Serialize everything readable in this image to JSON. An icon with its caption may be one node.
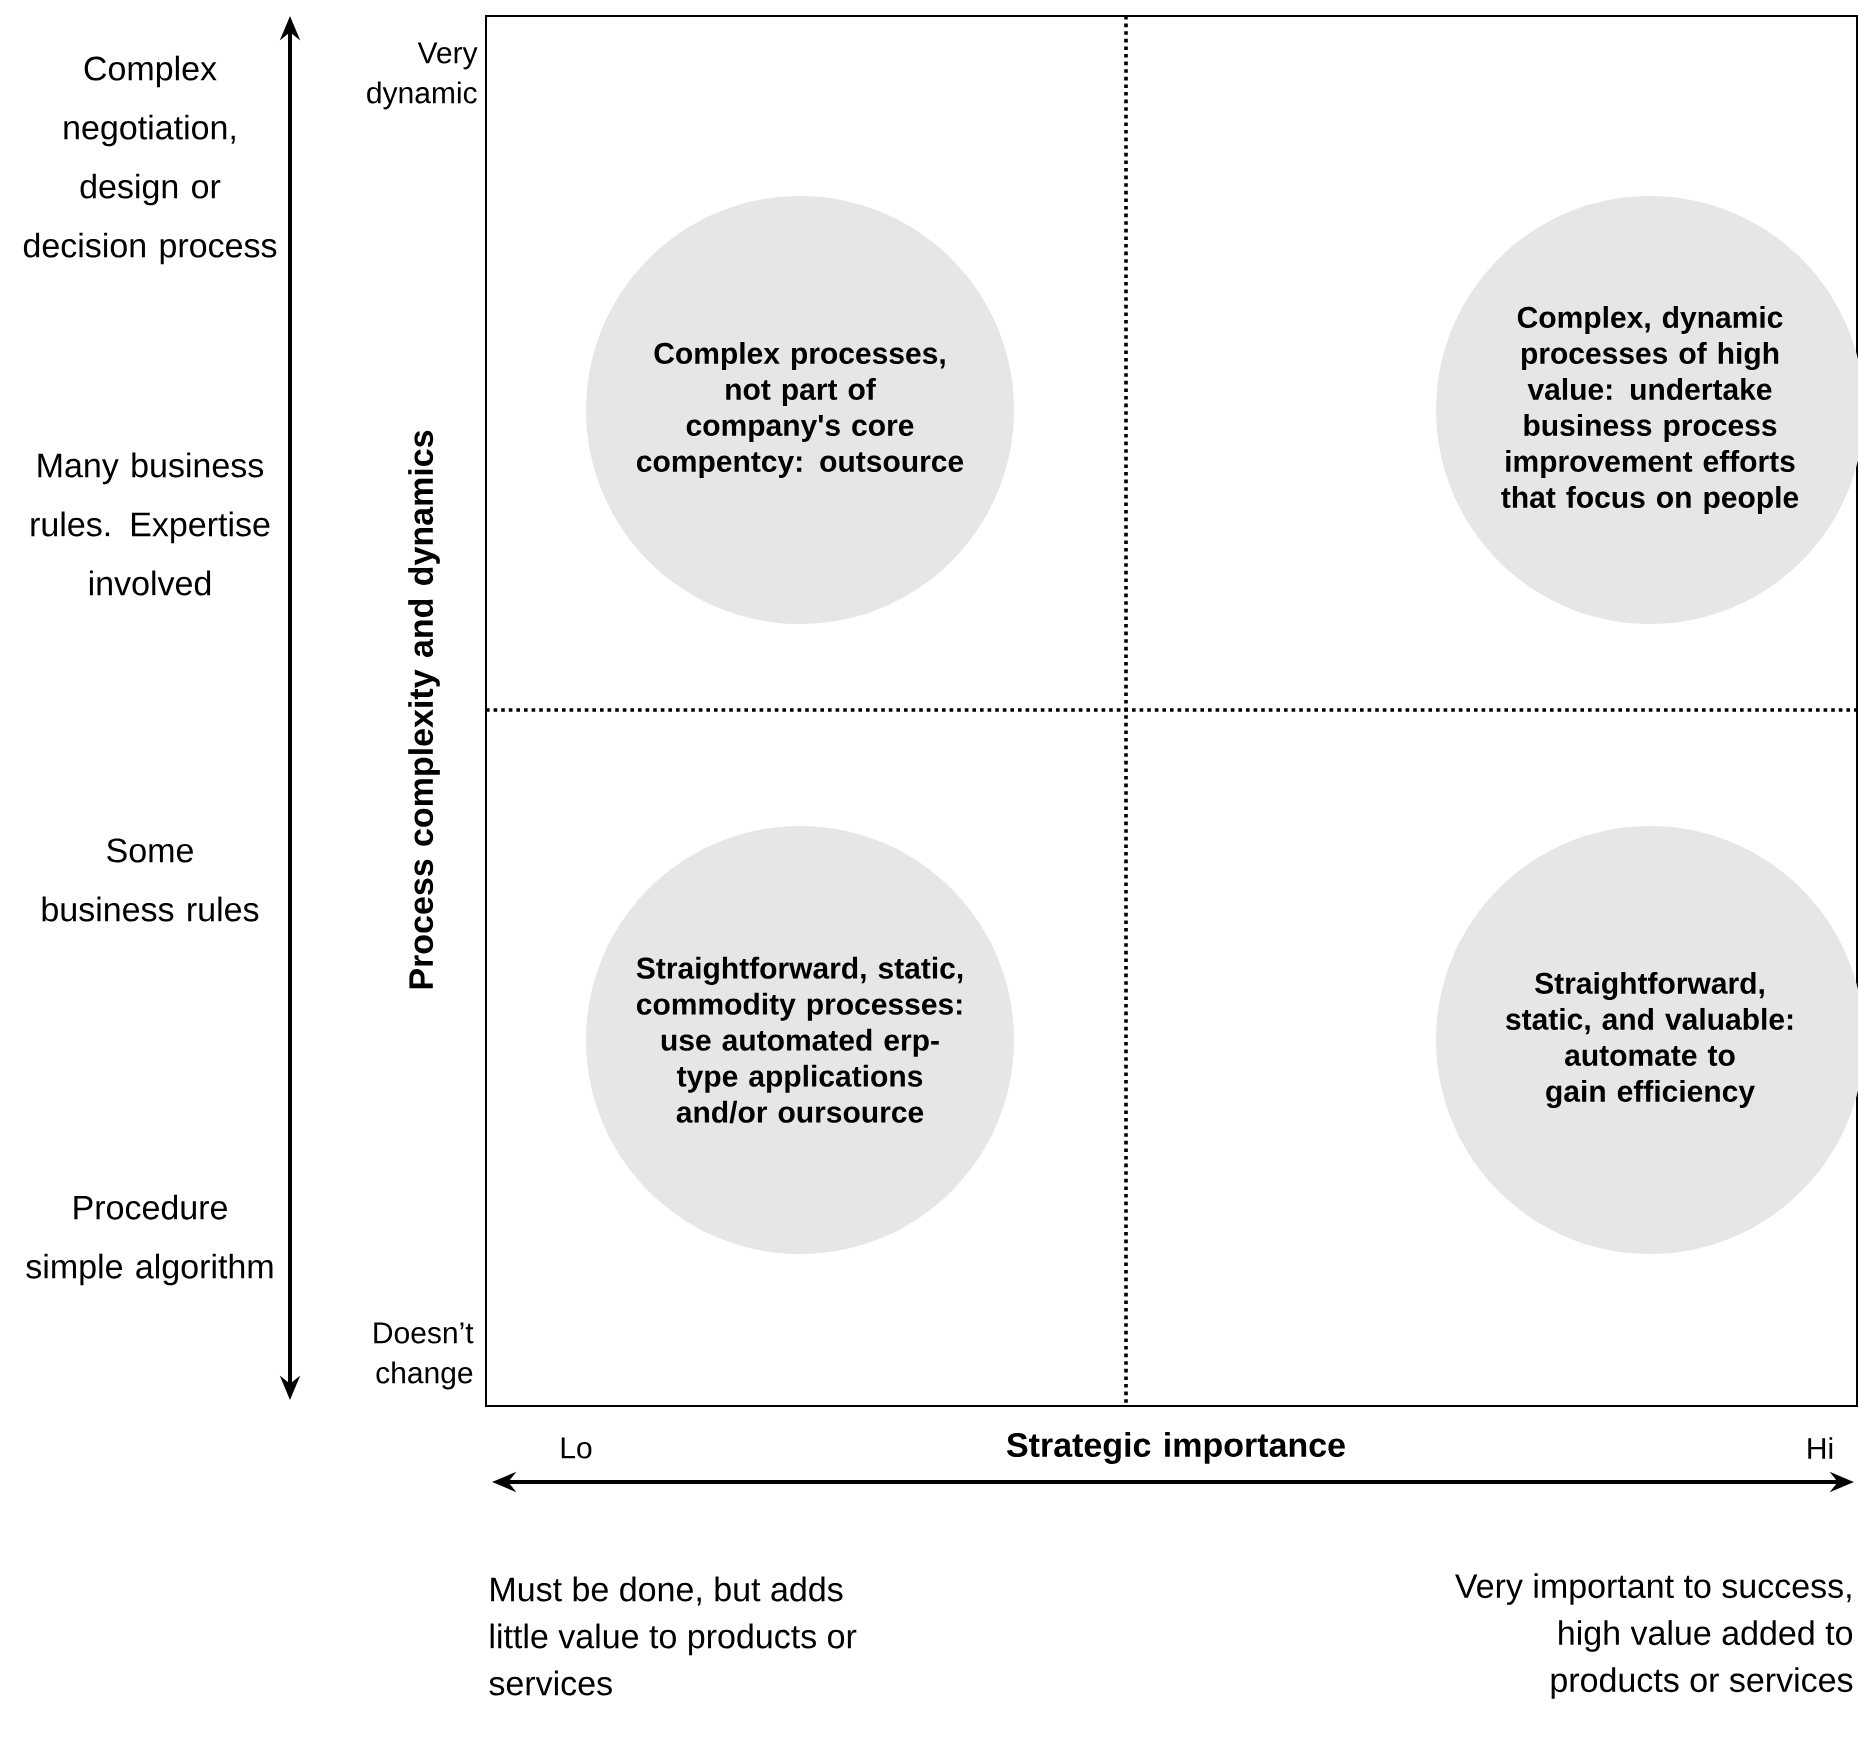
{
  "diagram": {
    "nodes": [
      {
        "text": [
          "Complex processes, not part of company's core compentcy: outsource"
        ]
      },
      {
        "text": [
          "Complex, dynamic processes of high value: undertake business process improvement efforts that focus on people"
        ]
      },
      {
        "text": [
          "Straightforward, static, commodity processes: use automated erp-type applications and/or oursource"
        ]
      },
      {
        "text": [
          "Straightforward, static, and valuable: automate to gain efficiency"
        ]
      }
    ],
    "labels": [
      "Complex negotiation, design or decision process",
      "Very dynamic",
      "Process complexity and dynamics",
      "Many business rules. Expertise involved",
      "Some business rules",
      "Procedure simple algorithm",
      "Doesn’t change",
      "Lo",
      "Strategic importance",
      "Hi",
      "Must be done, but adds little value to products or services",
      "Very important to success, high value added to products or services"
    ]
  }
}
